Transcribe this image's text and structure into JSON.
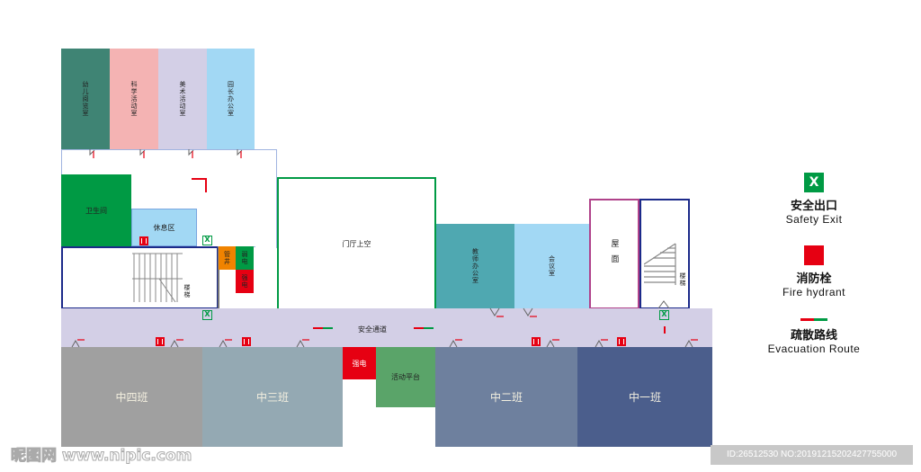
{
  "rooms": {
    "reading_room": "幼儿阅览室",
    "science_room": "科学活动室",
    "art_room": "美术活动室",
    "principal_office": "园长办公室",
    "restroom": "卫生间",
    "rest_area": "休息区",
    "stairs_left": "楼梯",
    "shaft": "管井",
    "weak_current": "弱电",
    "strong_current_small": "强电",
    "lobby_void": "门厅上空",
    "teacher_office": "教师办公室",
    "meeting_room": "会议室",
    "roof": "屋面",
    "stairs_right": "楼梯",
    "safety_corridor": "安全通道",
    "class_4": "中四班",
    "class_3": "中三班",
    "strong_current": "强电",
    "activity_platform": "活动平台",
    "class_2": "中二班",
    "class_1": "中一班"
  },
  "legend": [
    {
      "icon": "safety-exit-icon",
      "cn": "安全出口",
      "en": "Safety Exit"
    },
    {
      "icon": "fire-hydrant-icon",
      "cn": "消防栓",
      "en": "Fire hydrant"
    },
    {
      "icon": "evacuation-route-icon",
      "cn": "疏散路线",
      "en": "Evacuation Route"
    }
  ],
  "watermark": {
    "logo": "昵图网",
    "site": "www.nipic.com",
    "id": "ID:26512530 NO:20191215202427755000"
  },
  "colors": {
    "exit": "#009a44",
    "hydrant": "#e60012",
    "route_red": "#e60012",
    "route_green": "#009a44"
  }
}
